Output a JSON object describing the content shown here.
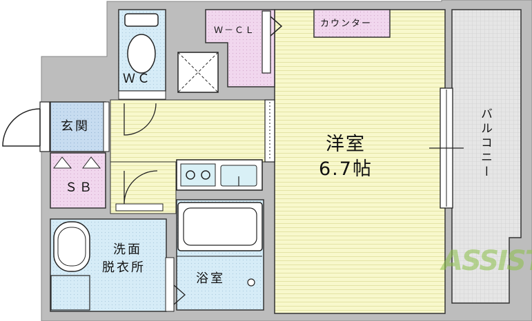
{
  "rooms": {
    "wc": "ＷＣ",
    "wcl": "Ｗ－ＣＬ",
    "counter": "カウンター",
    "entrance": "玄関",
    "sb": "ＳＢ",
    "western_room": "洋室",
    "western_room_size": "6.7帖",
    "balcony": "バルコニー",
    "washroom_line1": "洗面",
    "washroom_line2": "脱衣所",
    "bath": "浴室"
  },
  "watermark": "ASSIST",
  "colors": {
    "wall": "#bdbdbd",
    "room_stripe": "#f5f5c8",
    "wc_fill": "#d6ecf7",
    "closet_fill": "#f1d7ee",
    "entrance_fill": "#c7dcf0",
    "washroom_fill": "#d6ecf7",
    "balcony_fill": "#e4e4e4",
    "outline": "#222222"
  }
}
